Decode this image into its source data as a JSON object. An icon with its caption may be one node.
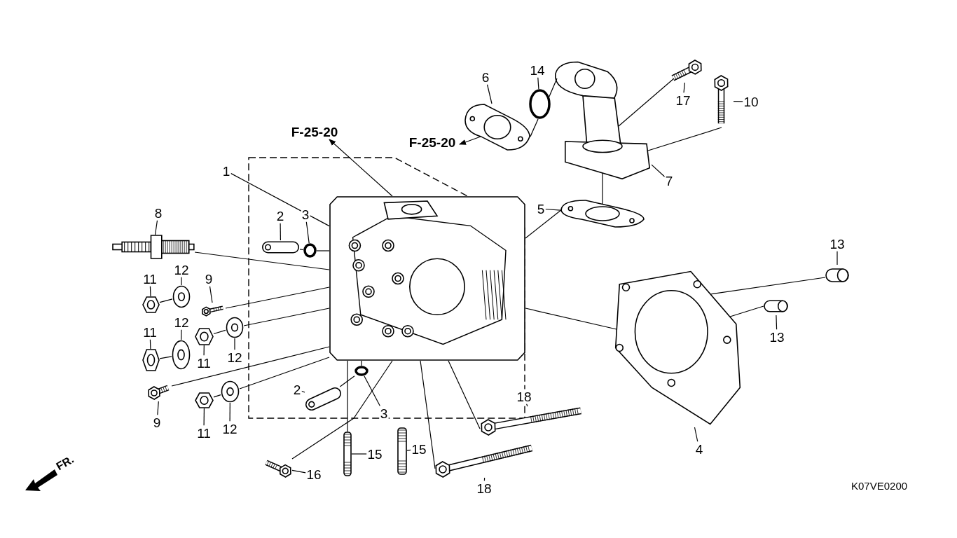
{
  "diagram": {
    "nodes": [
      {
        "text": [
          "F-25-20"
        ]
      },
      {
        "text": [
          "6"
        ]
      },
      {
        "text": [
          "14"
        ]
      },
      {
        "text": [
          "17"
        ]
      },
      {
        "text": [
          "10"
        ]
      },
      {
        "text": [
          "F-25-20"
        ]
      },
      {
        "text": [
          "1"
        ]
      },
      {
        "text": [
          "7"
        ]
      },
      {
        "text": [
          "5"
        ]
      },
      {
        "text": [
          "8"
        ]
      },
      {
        "text": [
          "2"
        ]
      },
      {
        "text": [
          "3"
        ]
      },
      {
        "text": [
          "13"
        ]
      },
      {
        "text": [
          "11"
        ]
      },
      {
        "text": [
          "12"
        ]
      },
      {
        "text": [
          "9"
        ]
      },
      {
        "text": [
          "11"
        ]
      },
      {
        "text": [
          "12"
        ]
      },
      {
        "text": [
          "12"
        ]
      },
      {
        "text": [
          "11"
        ]
      },
      {
        "text": [
          "13"
        ]
      },
      {
        "text": [
          "2"
        ]
      },
      {
        "text": [
          "3"
        ]
      },
      {
        "text": [
          "18"
        ]
      },
      {
        "text": [
          "9"
        ]
      },
      {
        "text": [
          "11"
        ]
      },
      {
        "text": [
          "12"
        ]
      },
      {
        "text": [
          "15"
        ]
      },
      {
        "text": [
          "15"
        ]
      },
      {
        "text": [
          "4"
        ]
      },
      {
        "text": [
          "16"
        ]
      },
      {
        "text": [
          "18"
        ]
      },
      {
        "text": [],
        "shape": "picture"
      },
      {
        "text": [],
        "shape": "circle"
      },
      {
        "text": [],
        "shape": "picture"
      },
      {
        "text": [],
        "shape": "picture"
      },
      {
        "text": [],
        "shape": "picture"
      },
      {
        "text": [],
        "shape": "picture"
      },
      {
        "text": [],
        "shape": "picture"
      },
      {
        "text": [],
        "shape": "picture"
      },
      {
        "text": [],
        "shape": "picture"
      },
      {
        "text": [],
        "shape": "circle"
      },
      {
        "text": [],
        "shape": "picture"
      },
      {
        "text": [],
        "shape": "picture"
      },
      {
        "text": [],
        "shape": "picture"
      },
      {
        "text": [],
        "shape": "picture"
      },
      {
        "text": [],
        "shape": "picture"
      },
      {
        "text": [],
        "shape": "picture"
      },
      {
        "text": [],
        "shape": "picture"
      },
      {
        "text": [],
        "shape": "picture"
      },
      {
        "text": [],
        "shape": "picture"
      },
      {
        "text": [],
        "shape": "picture"
      },
      {
        "text": [],
        "shape": "picture"
      },
      {
        "text": [],
        "shape": "circle"
      },
      {
        "text": [],
        "shape": "picture"
      },
      {
        "text": [],
        "shape": "picture"
      },
      {
        "text": [],
        "shape": "picture"
      },
      {
        "text": [],
        "shape": "picture"
      },
      {
        "text": [],
        "shape": "picture"
      },
      {
        "text": [],
        "shape": "picture"
      },
      {
        "text": [],
        "shape": "picture"
      },
      {
        "text": [],
        "shape": "picture"
      }
    ],
    "edges": [
      {
        "from": 37,
        "to": 0,
        "arrow": "to"
      },
      {
        "from": 32,
        "to": 5,
        "arrow": "to"
      },
      {
        "from": 1,
        "to": 32,
        "arrow": "none"
      },
      {
        "from": 2,
        "to": 33,
        "arrow": "none"
      },
      {
        "from": 3,
        "to": 35,
        "arrow": "none"
      },
      {
        "from": 4,
        "to": 36,
        "arrow": "none"
      },
      {
        "from": 6,
        "to": 37,
        "arrow": "none"
      },
      {
        "from": 7,
        "to": 34,
        "arrow": "none"
      },
      {
        "from": 8,
        "to": 38,
        "arrow": "none"
      },
      {
        "from": 9,
        "to": 39,
        "arrow": "none"
      },
      {
        "from": 10,
        "to": 40,
        "arrow": "none"
      },
      {
        "from": 11,
        "to": 41,
        "arrow": "none"
      },
      {
        "from": 12,
        "to": 42,
        "arrow": "none"
      },
      {
        "from": 13,
        "to": 43,
        "arrow": "none"
      },
      {
        "from": 14,
        "to": 44,
        "arrow": "none"
      },
      {
        "from": 15,
        "to": 45,
        "arrow": "none"
      },
      {
        "from": 16,
        "to": 46,
        "arrow": "none"
      },
      {
        "from": 17,
        "to": 47,
        "arrow": "none"
      },
      {
        "from": 18,
        "to": 48,
        "arrow": "none"
      },
      {
        "from": 19,
        "to": 49,
        "arrow": "none"
      },
      {
        "from": 20,
        "to": 50,
        "arrow": "none"
      },
      {
        "from": 21,
        "to": 52,
        "arrow": "none"
      },
      {
        "from": 22,
        "to": 53,
        "arrow": "none"
      },
      {
        "from": 23,
        "to": 54,
        "arrow": "none"
      },
      {
        "from": 24,
        "to": 55,
        "arrow": "none"
      },
      {
        "from": 25,
        "to": 56,
        "arrow": "none"
      },
      {
        "from": 26,
        "to": 57,
        "arrow": "none"
      },
      {
        "from": 27,
        "to": 58,
        "arrow": "none"
      },
      {
        "from": 28,
        "to": 59,
        "arrow": "none"
      },
      {
        "from": 29,
        "to": 51,
        "arrow": "none"
      },
      {
        "from": 30,
        "to": 60,
        "arrow": "none"
      },
      {
        "from": 31,
        "to": 61,
        "arrow": "none"
      },
      {
        "from": 39,
        "to": 37,
        "arrow": "none"
      },
      {
        "from": 40,
        "to": 41,
        "arrow": "none"
      },
      {
        "from": 41,
        "to": 37,
        "arrow": "none"
      },
      {
        "from": 43,
        "to": 44,
        "arrow": "none"
      },
      {
        "from": 45,
        "to": 37,
        "arrow": "none"
      },
      {
        "from": 46,
        "to": 47,
        "arrow": "none"
      },
      {
        "from": 49,
        "to": 48,
        "arrow": "none"
      },
      {
        "from": 48,
        "to": 37,
        "arrow": "none"
      },
      {
        "from": 55,
        "to": 37,
        "arrow": "none"
      },
      {
        "from": 56,
        "to": 57,
        "arrow": "none"
      },
      {
        "from": 57,
        "to": 37,
        "arrow": "none"
      },
      {
        "from": 52,
        "to": 53,
        "arrow": "none"
      },
      {
        "from": 53,
        "to": 37,
        "arrow": "none"
      },
      {
        "from": 60,
        "to": 37,
        "arrow": "none"
      },
      {
        "from": 58,
        "to": 37,
        "arrow": "none"
      },
      {
        "from": 54,
        "to": 37,
        "arrow": "none"
      },
      {
        "from": 61,
        "to": 37,
        "arrow": "none"
      },
      {
        "from": 42,
        "to": 51,
        "arrow": "none"
      },
      {
        "from": 50,
        "to": 51,
        "arrow": "none"
      },
      {
        "from": 51,
        "to": 37,
        "arrow": "none"
      },
      {
        "from": 32,
        "to": 33,
        "arrow": "none"
      },
      {
        "from": 33,
        "to": 34,
        "arrow": "none"
      },
      {
        "from": 35,
        "to": 34,
        "arrow": "none"
      },
      {
        "from": 36,
        "to": 34,
        "arrow": "none"
      },
      {
        "from": 38,
        "to": 34,
        "arrow": "none"
      },
      {
        "from": 37,
        "to": 38,
        "arrow": "none"
      }
    ],
    "labels": [
      "FR.",
      "K07VE0200"
    ]
  }
}
